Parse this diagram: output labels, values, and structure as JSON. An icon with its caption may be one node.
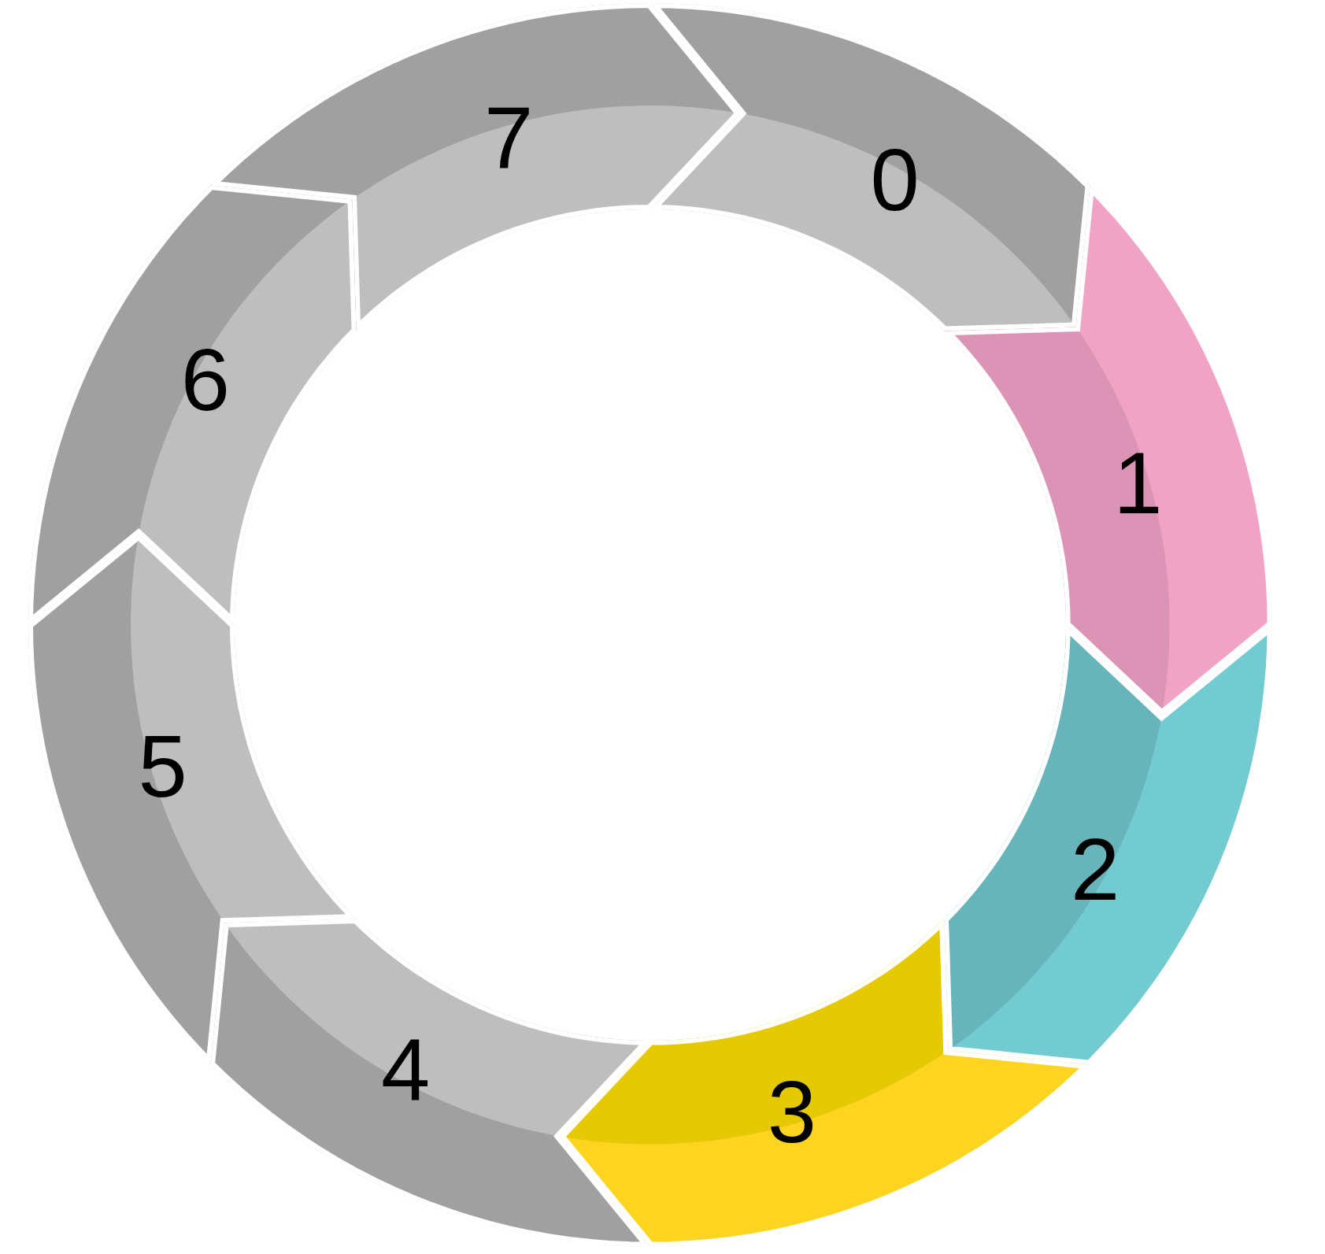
{
  "diagram": {
    "nodes": [
      {
        "text": [
          "0"
        ]
      },
      {
        "text": [
          "1"
        ]
      },
      {
        "text": [
          "2"
        ]
      },
      {
        "text": [
          "3"
        ]
      },
      {
        "text": [
          "4"
        ]
      },
      {
        "text": [
          "5"
        ]
      },
      {
        "text": [
          "6"
        ]
      },
      {
        "text": [
          "7"
        ]
      }
    ]
  }
}
